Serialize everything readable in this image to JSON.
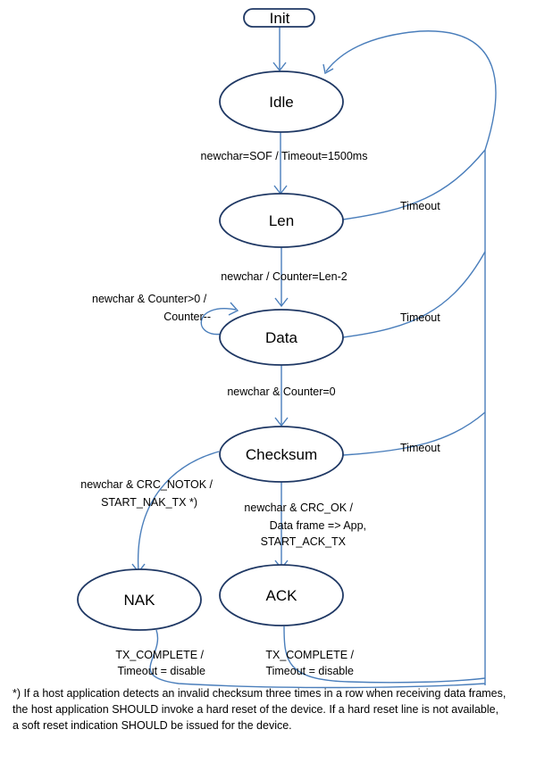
{
  "states": {
    "init": "Init",
    "idle": "Idle",
    "len": "Len",
    "data": "Data",
    "checksum": "Checksum",
    "nak": "NAK",
    "ack": "ACK"
  },
  "transitions": {
    "idle_to_len": "newchar=SOF / Timeout=1500ms",
    "len_to_data": "newchar / Counter=Len-2",
    "data_loop_line1": "newchar & Counter>0  /",
    "data_loop_line2": "Counter--",
    "data_to_checksum": "newchar & Counter=0",
    "checksum_to_nak_line1": "newchar & CRC_NOTOK /",
    "checksum_to_nak_line2": "START_NAK_TX *)",
    "checksum_to_ack_line1": "newchar & CRC_OK /",
    "checksum_to_ack_line2": "Data frame => App,",
    "checksum_to_ack_line3": "START_ACK_TX",
    "timeout_len": "Timeout",
    "timeout_data": "Timeout",
    "timeout_checksum": "Timeout",
    "nak_done_line1": "TX_COMPLETE /",
    "nak_done_line2": "Timeout = disable",
    "ack_done_line1": "TX_COMPLETE /",
    "ack_done_line2": "Timeout = disable"
  },
  "footnote": {
    "line1": "*) If a host application detects an invalid checksum three times in a row when receiving data frames,",
    "line2": "the host application  SHOULD invoke a hard reset of the device. If a hard reset line is not available,",
    "line3": "a soft reset indication  SHOULD be issued for the device."
  }
}
